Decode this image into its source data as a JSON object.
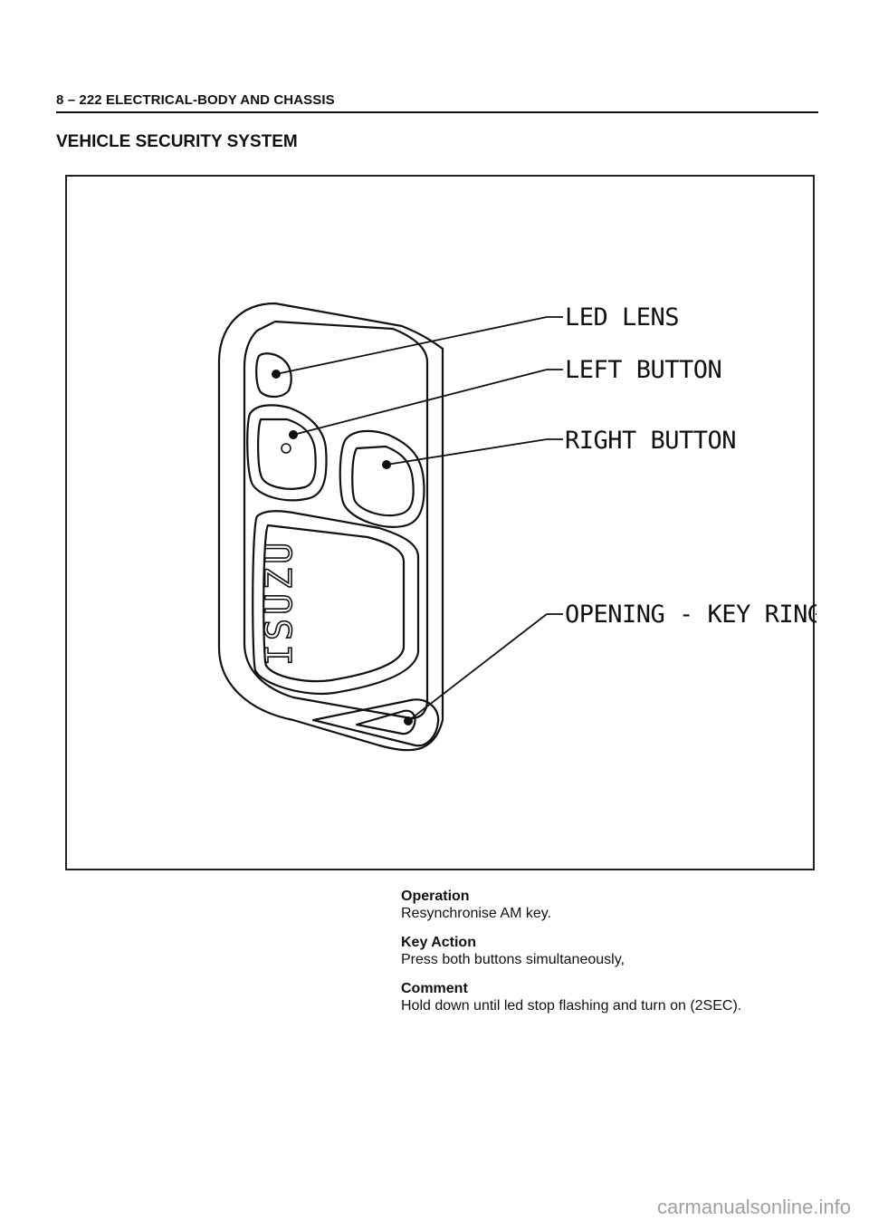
{
  "header": {
    "title": "8 – 222 ELECTRICAL-BODY AND CHASSIS"
  },
  "section": {
    "title": "VEHICLE SECURITY SYSTEM"
  },
  "figure": {
    "callouts": {
      "led_lens": "LED LENS",
      "left_button": "LEFT BUTTON",
      "right_button": "RIGHT BUTTON",
      "key_ring": "OPENING - KEY RING"
    },
    "logo_text": "ISUZU"
  },
  "notes": [
    {
      "heading": "Operation",
      "text": "Resynchronise AM key."
    },
    {
      "heading": "Key Action",
      "text": "Press both buttons simultaneously,"
    },
    {
      "heading": "Comment",
      "text": "Hold down until led stop flashing and turn on (2SEC)."
    }
  ],
  "watermark": "carmanualsonline.info"
}
